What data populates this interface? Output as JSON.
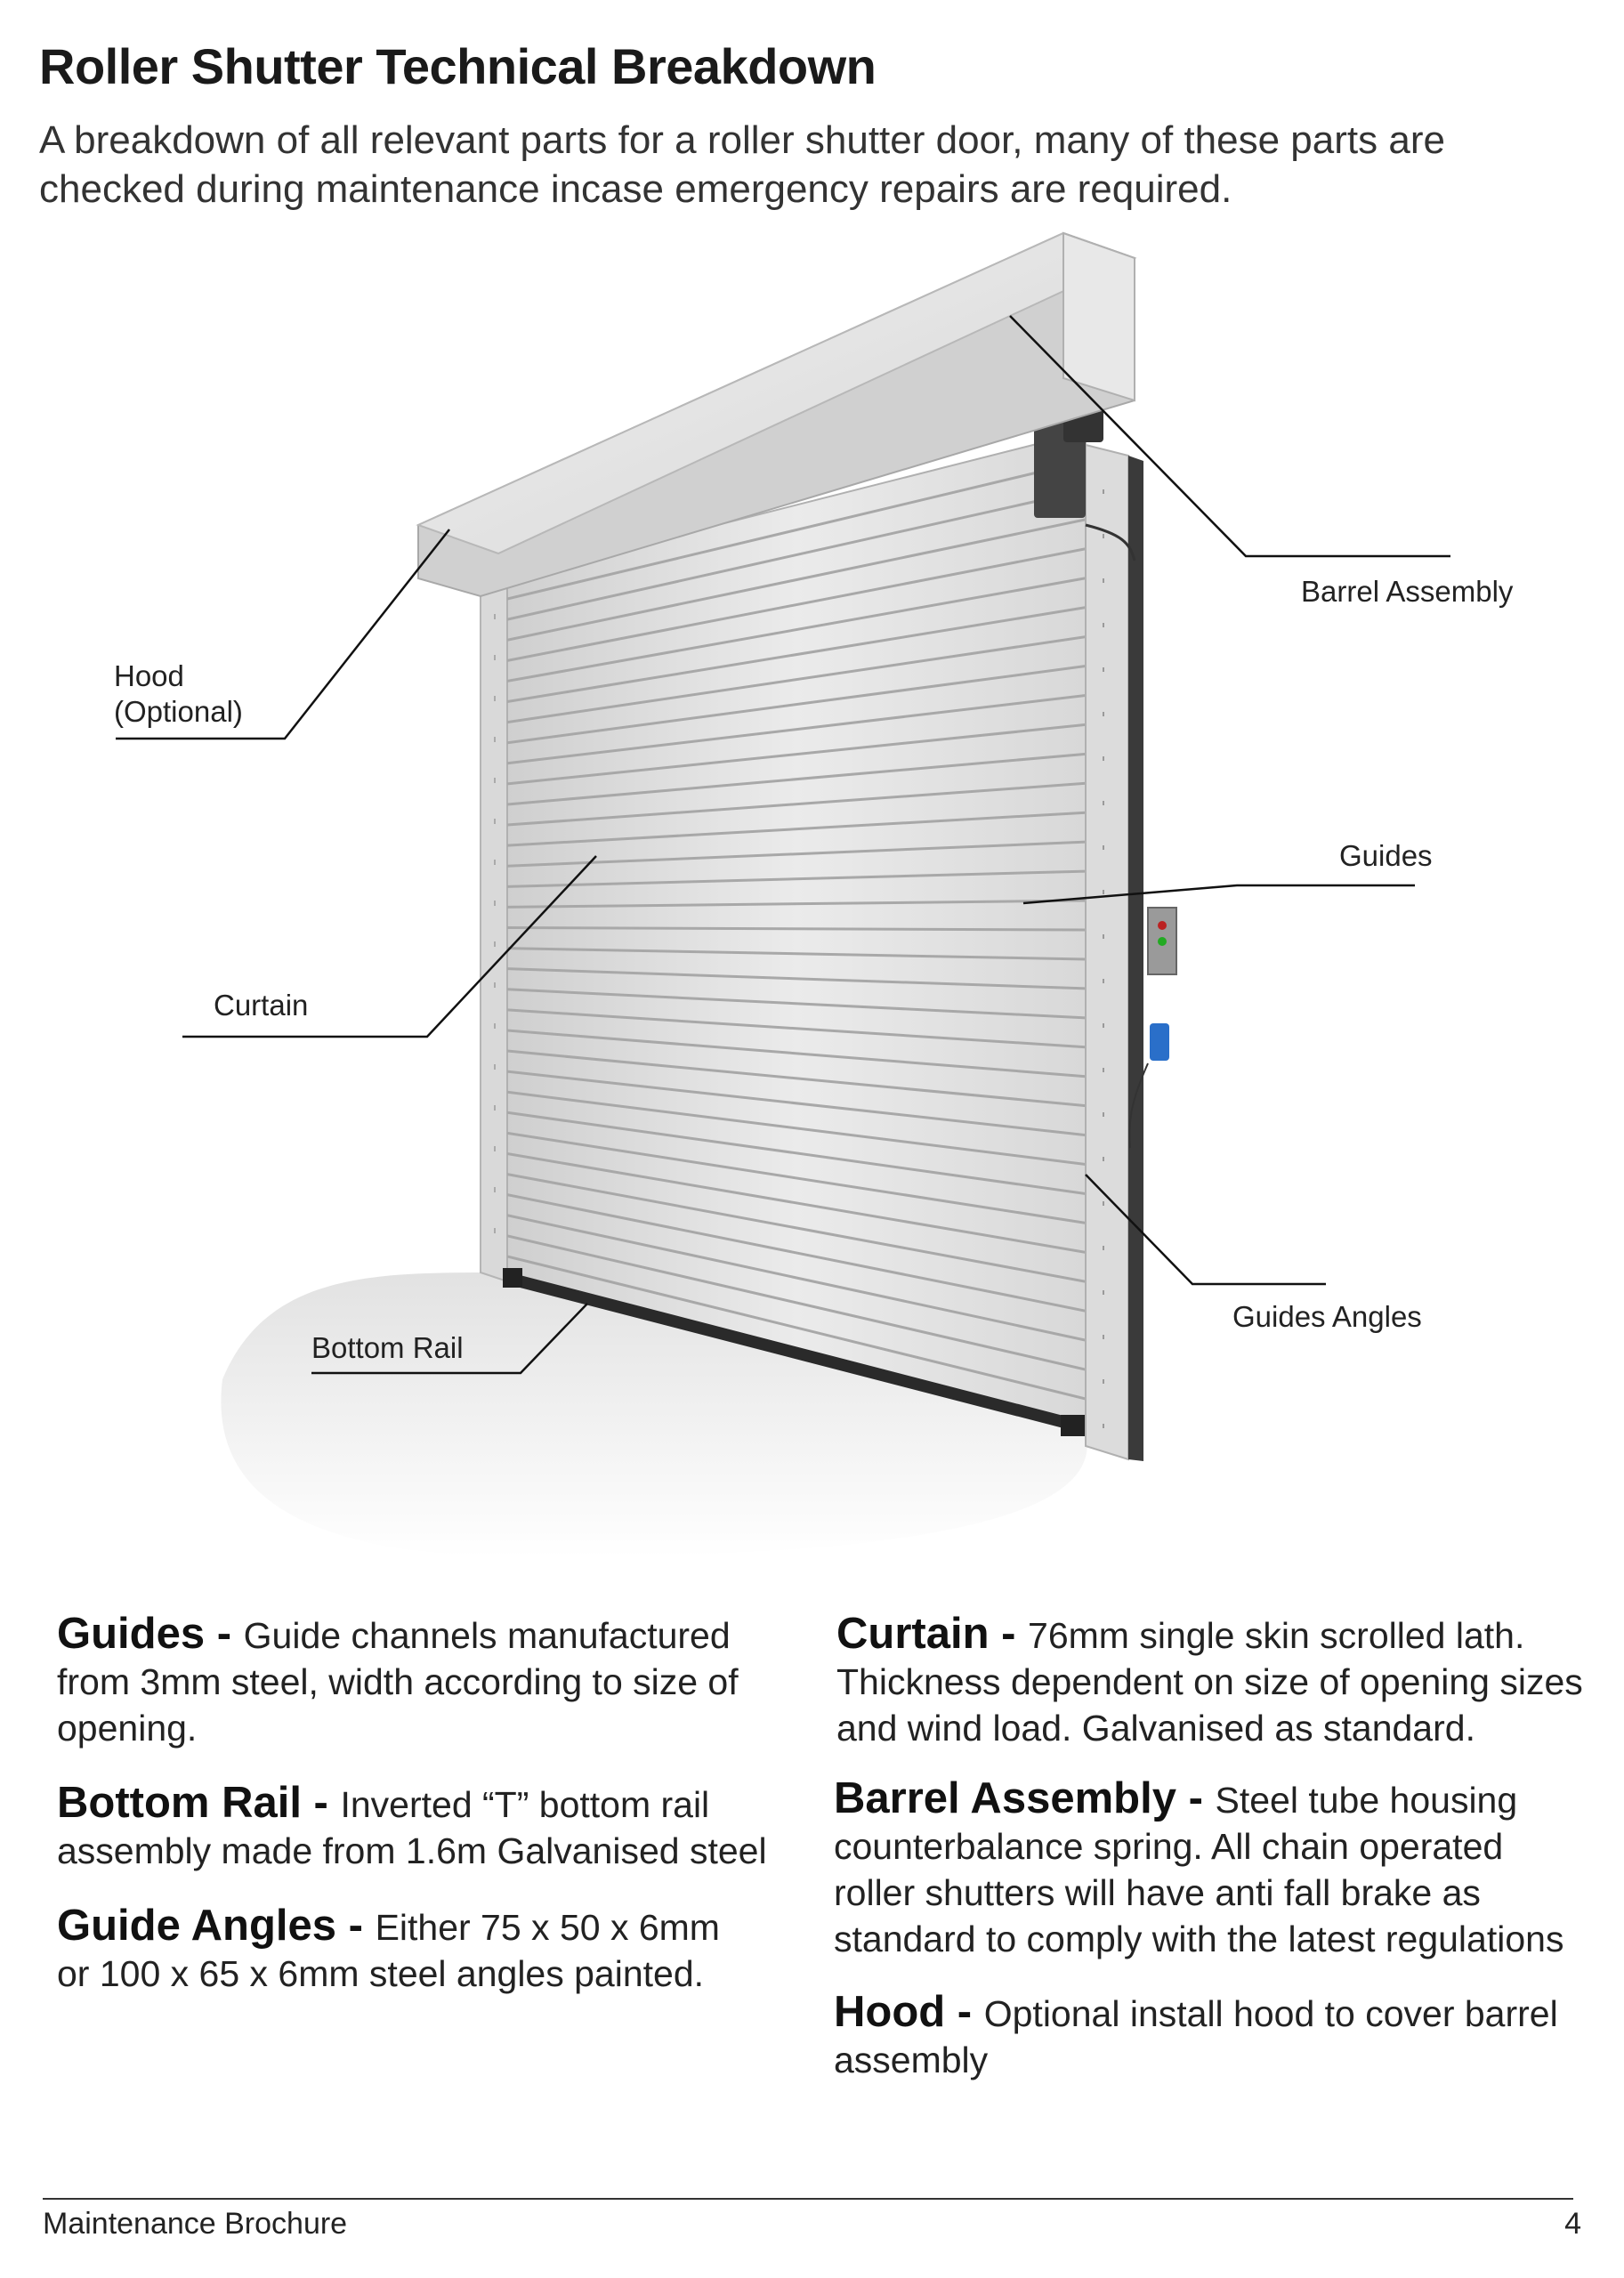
{
  "page": {
    "title": "Roller Shutter Technical Breakdown",
    "subtitle": "A breakdown of all relevant parts for a roller shutter door, many of these parts are checked during maintenance incase emergency repairs are required."
  },
  "callouts": {
    "hood_line1": "Hood",
    "hood_line2": "(Optional)",
    "barrel": "Barrel Assembly",
    "guides": "Guides",
    "curtain": "Curtain",
    "guides_angles": "Guides Angles",
    "bottom_rail": "Bottom Rail"
  },
  "descriptions": {
    "guides": {
      "term": "Guides",
      "sep": " - ",
      "text": "Guide channels manufactured from 3mm steel, width according to size of opening."
    },
    "bottom_rail": {
      "term": "Bottom Rail",
      "sep": " - ",
      "text": "Inverted “T” bottom rail assembly made from 1.6m Galvanised steel"
    },
    "guide_angles": {
      "term": "Guide Angles",
      "sep": " - ",
      "text": "Either 75 x 50 x 6mm or 100 x 65 x 6mm steel angles painted."
    },
    "curtain": {
      "term": "Curtain",
      "sep": " - ",
      "text": "76mm single skin scrolled lath. Thickness dependent on size of opening sizes and wind load. Galvanised as standard."
    },
    "barrel_assembly": {
      "term": "Barrel Assembly",
      "sep": " - ",
      "text": "Steel tube housing counterbalance spring. All chain operated roller shutters will have anti fall brake as standard to comply with the latest regulations"
    },
    "hood": {
      "term": "Hood",
      "sep": " - ",
      "text": "Optional install hood to cover barrel assembly"
    }
  },
  "footer": {
    "left": "Maintenance Brochure",
    "page_number": "4"
  }
}
